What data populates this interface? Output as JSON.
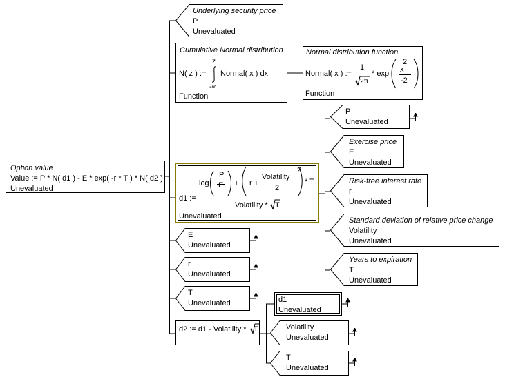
{
  "root": {
    "title": "Option value",
    "formula": "Value := P * N( d1 ) - E * exp( -r * T ) * N( d2 )",
    "status": "Unevaluated"
  },
  "underlying": {
    "title": "Underlying security price",
    "name": "P",
    "status": "Unevaluated"
  },
  "cumulative": {
    "title": "Cumulative Normal distribution",
    "lhs": "N( z ) :=",
    "upper": "z",
    "integrand": "Normal( x ) dx",
    "lower": "-∞",
    "status": "Function"
  },
  "normal": {
    "title": "Normal distribution function",
    "lhs": "Normal( x ) :=",
    "num": "1",
    "den": "2π",
    "mid": "* exp",
    "enum": "x",
    "epow": "2",
    "eden": "-2",
    "status": "Function"
  },
  "d1": {
    "lhs": "d1 :=",
    "log": "log",
    "p": "P",
    "e": "E",
    "plus": "+",
    "r": "r +",
    "vol": "Volatility",
    "volpow": "2",
    "two": "2",
    "powT": "* T",
    "den_vol": "Volatility *",
    "den_T": "T",
    "status": "Unevaluated"
  },
  "d1_inputs": [
    {
      "title": "",
      "name": "P",
      "status": "Unevaluated"
    },
    {
      "title": "Exercise price",
      "name": "E",
      "status": "Unevaluated"
    },
    {
      "title": "Risk-free interest rate",
      "name": "r",
      "status": "Unevaluated"
    },
    {
      "title": "Standard deviation of relative price change",
      "name": "Volatility",
      "status": "Unevaluated"
    },
    {
      "title": "Years to expiration",
      "name": "T",
      "status": "Unevaluated"
    }
  ],
  "leaf_E": {
    "name": "E",
    "status": "Unevaluated"
  },
  "leaf_r": {
    "name": "r",
    "status": "Unevaluated"
  },
  "leaf_T": {
    "name": "T",
    "status": "Unevaluated"
  },
  "d2": {
    "formula": "d2 := d1 - Volatility *",
    "sqrt_arg": "T"
  },
  "d2_inputs": [
    {
      "name": "d1",
      "status": "Unevaluated"
    },
    {
      "name": "Volatility",
      "status": "Unevaluated"
    },
    {
      "name": "T",
      "status": "Unevaluated"
    }
  ]
}
